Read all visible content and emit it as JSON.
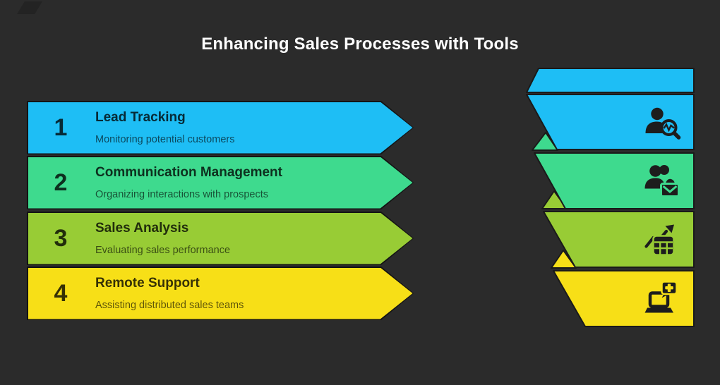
{
  "title": "Enhancing Sales Processes with Tools",
  "colors": {
    "background": "#2b2b2b",
    "title_text": "#ffffff",
    "text_dark": "rgba(0,0,0,0.78)",
    "text_sub": "rgba(0,0,0,0.62)",
    "icon": "#1d1d1d",
    "step1": "#1ebef5",
    "step2": "#3eda8e",
    "step3": "#98cc35",
    "step4": "#f7df17"
  },
  "steps": [
    {
      "number": "1",
      "title": "Lead Tracking",
      "subtitle": "Monitoring potential customers",
      "color": "#1ebef5",
      "icon": "person-magnifier-pulse-icon"
    },
    {
      "number": "2",
      "title": "Communication Management",
      "subtitle": "Organizing interactions with prospects",
      "color": "#3eda8e",
      "icon": "people-envelope-icon"
    },
    {
      "number": "3",
      "title": "Sales Analysis",
      "subtitle": "Evaluating sales performance",
      "color": "#98cc35",
      "icon": "table-growth-arrow-icon"
    },
    {
      "number": "4",
      "title": "Remote Support",
      "subtitle": "Assisting distributed sales teams",
      "color": "#f7df17",
      "icon": "laptop-support-bubble-icon"
    }
  ]
}
